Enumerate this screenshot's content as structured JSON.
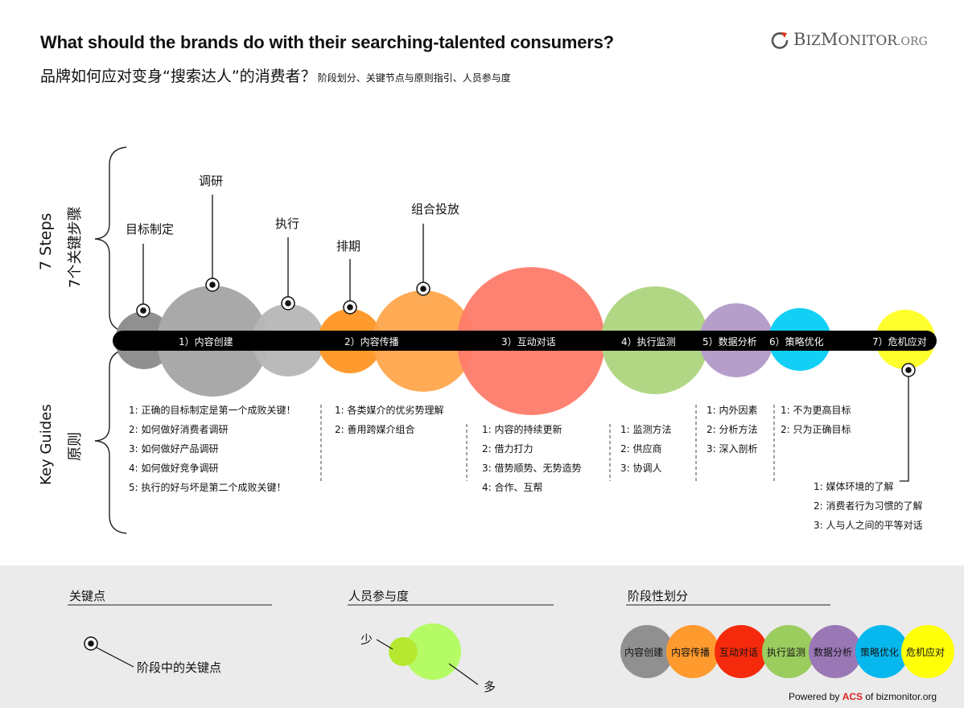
{
  "header": {
    "title_en": "What should the brands do with their searching-talented consumers?",
    "title_cn": "品牌如何应对变身“搜索达人”的消费者？",
    "subtitle_cn": "阶段划分、关键节点与原则指引、人员参与度",
    "logo": {
      "biz": "B",
      "iz": "IZ",
      "m": "M",
      "onitor": "ONITOR",
      "org": ".ORG",
      "icon": "refresh-arrow-icon"
    }
  },
  "side_labels": {
    "steps_en": "7 Steps",
    "steps_cn": "7个关键步骤",
    "guides_en": "Key Guides",
    "guides_cn": "原则"
  },
  "steps": [
    "目标制定",
    "调研",
    "执行",
    "排期",
    "组合投放"
  ],
  "stages": [
    "1）内容创建",
    "2）内容传播",
    "3）互动对话",
    "4）执行监测",
    "5）数据分析",
    "6）策略优化",
    "7）危机应对"
  ],
  "guides": {
    "create": [
      "1: 正确的目标制定是第一个成败关键！",
      "2: 如何做好消费者调研",
      "3: 如何做好产品调研",
      "4: 如何做好竞争调研",
      "5: 执行的好与坏是第二个成败关键！"
    ],
    "spread": [
      "1: 各类媒介的优劣势理解",
      "2: 善用跨媒介组合"
    ],
    "dialog": [
      "1: 内容的持续更新",
      "2: 借力打力",
      "3: 借势顺势、无势造势",
      "4: 合作、互帮"
    ],
    "monitor": [
      "1: 监测方法",
      "2: 供应商",
      "3: 协调人"
    ],
    "analysis": [
      "1: 内外因素",
      "2: 分析方法",
      "3: 深入剖析"
    ],
    "optimize": [
      "1: 不为更高目标",
      "2: 只为正确目标"
    ],
    "crisis": [
      "1: 媒体环境的了解",
      "2: 消费者行为习惯的了解",
      "3: 人与人之间的平等对话"
    ]
  },
  "legend": {
    "keypoint_title": "关键点",
    "keypoint_desc": "阶段中的关键点",
    "participation_title": "人员参与度",
    "few": "少",
    "many": "多",
    "phase_title": "阶段性划分",
    "phases": [
      "内容创建",
      "内容传播",
      "互动对话",
      "执行监测",
      "数据分析",
      "策略优化",
      "危机应对"
    ]
  },
  "colors": {
    "gray_dark": "#909090",
    "gray": "#a9a9a9",
    "gray_light": "#b6b6b6",
    "orange": "#ff9a2e",
    "orange_light": "#ffa64d",
    "red": "#fe7b6a",
    "green": "#b1d785",
    "purple": "#b69ecb",
    "cyan": "#12d0f5",
    "yellow": "#ffff2e",
    "legend_red": "#f52a0c",
    "legend_green": "#9bcc5e",
    "legend_purple": "#9a78b6",
    "legend_cyan": "#07b8ee",
    "legend_yellow": "#ffff08"
  },
  "footer": {
    "powered_prefix": "Powered by ",
    "powered_acs": "ACS",
    "powered_suffix": " of bizmonitor.org"
  }
}
